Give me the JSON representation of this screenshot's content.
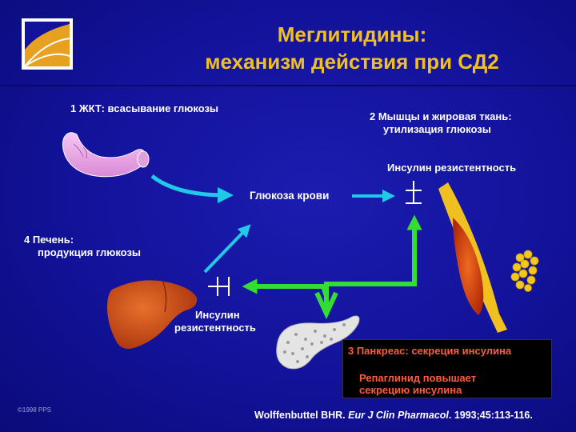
{
  "title": {
    "line1": "Меглитидины:",
    "line2": "механизм действия при СД2"
  },
  "labels": {
    "git": "1  ЖКТ: всасывание глюкозы",
    "muscle_line1": "2  Мышцы и жировая ткань:",
    "muscle_line2": "утилизация глюкозы",
    "insulin_resistance_top": "Инсулин резистентность",
    "blood_glucose": "Глюкоза крови",
    "liver_line1": "4  Печень:",
    "liver_line2": "продукция глюкозы",
    "insulin_resistance_bottom_line1": "Инсулин",
    "insulin_resistance_bottom_line2": "резистентность"
  },
  "panel": {
    "pancreas": "3  Панкреас: секреция инсулина",
    "repaglinide_line1": "Репаглинид повышает",
    "repaglinide_line2": "секрецию инсулина"
  },
  "footer": {
    "copyright": "©1998 PPS",
    "citation_authors": "Wolffenbuttel BHR.",
    "citation_journal": "Eur J Clin Pharmacol",
    "citation_rest": ". 1993;45:113-116."
  },
  "colors": {
    "background": "#12129a",
    "title": "#f0c020",
    "arrow_cyan": "#22c8e8",
    "arrow_green": "#33dd33",
    "panel_text": "#ff5a3a",
    "intestine": "#f2a8f0",
    "liver": "#d4501a",
    "muscle": "#e85018",
    "fat": "#f0c020"
  },
  "icons": {
    "logo": "pps-logo-icon",
    "intestine": "intestine-icon",
    "liver": "liver-icon",
    "pancreas": "pancreas-icon",
    "muscle": "muscle-icon",
    "fat": "fat-cells-icon"
  }
}
